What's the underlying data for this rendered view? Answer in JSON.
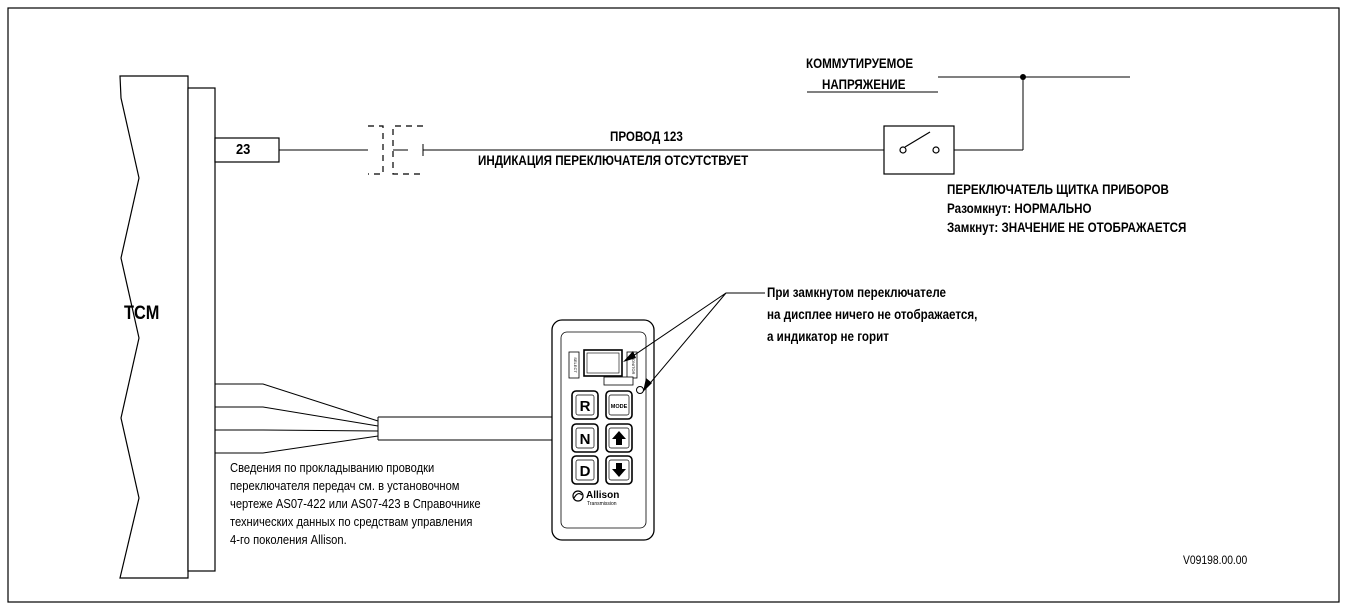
{
  "tcm": {
    "label": "TCM",
    "pin": "23"
  },
  "voltage": {
    "line1": "КОММУТИРУЕМОЕ",
    "line2": "НАПРЯЖЕНИЕ"
  },
  "wire": {
    "title": "ПРОВОД 123",
    "subtitle": "ИНДИКАЦИЯ ПЕРЕКЛЮЧАТЕЛЯ ОТСУТСТВУЕТ"
  },
  "switch_info": {
    "title": "ПЕРЕКЛЮЧАТЕЛЬ ЩИТКА ПРИБОРОВ",
    "open": "Разомкнут: НОРМАЛЬНО",
    "closed": "Замкнут: ЗНАЧЕНИЕ НЕ ОТОБРАЖАЕТСЯ"
  },
  "callout": {
    "line1": "При замкнутом переключателе",
    "line2": "на дисплее ничего не отображается,",
    "line3": "а индикатор не горит"
  },
  "routing_note": {
    "lines": [
      "Сведения по прокладыванию проводки",
      "переключателя передач см. в установочном",
      "чертеже AS07-422 или AS07-423 в Справочнике",
      "технических данных по средствам управления",
      "4-го поколения Allison."
    ]
  },
  "shifter": {
    "buttons": {
      "r": "R",
      "n": "N",
      "d": "D",
      "mode": "MODE"
    },
    "brand": "Allison",
    "brand_sub": "Transmission",
    "side_left": "SELECT",
    "side_right": "MONITOR"
  },
  "icons": {
    "up": "arrow-up-icon",
    "down": "arrow-down-icon",
    "logo": "allison-logo-icon"
  },
  "figure_id": "V09198.00.00"
}
